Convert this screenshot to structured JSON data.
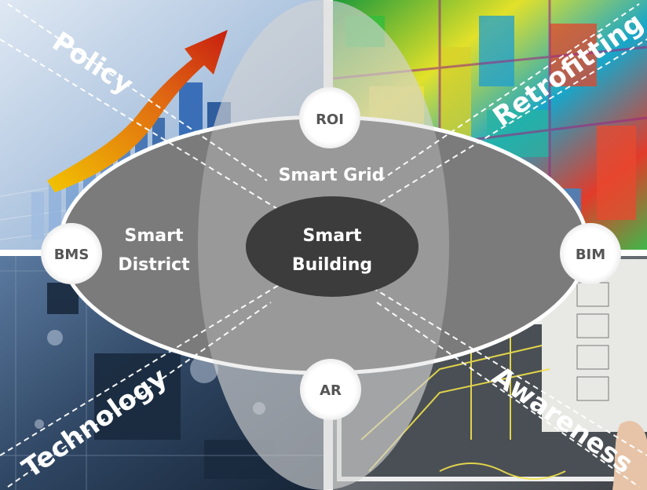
{
  "corners": {
    "top_left": "Policy",
    "top_right": "Retrofitting",
    "bottom_left": "Technology",
    "bottom_right": "Awareness"
  },
  "center": {
    "core_line1": "Smart",
    "core_line2": "Building",
    "grid": "Smart Grid",
    "district_line1": "Smart",
    "district_line2": "District"
  },
  "nodes": {
    "top": "ROI",
    "left": "BMS",
    "right": "BIM",
    "bottom": "AR"
  }
}
